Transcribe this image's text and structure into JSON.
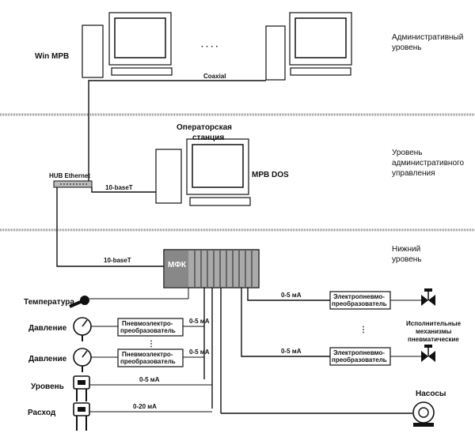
{
  "levels": {
    "admin": [
      "Административный",
      "уровень"
    ],
    "admin_control": [
      "Уровень",
      "административного",
      "управления"
    ],
    "lower": [
      "Нижний",
      "уровень"
    ]
  },
  "labels": {
    "win_mpb": "Win MPB",
    "coaxial": "Coaxial",
    "dots": "· · · ·",
    "operator_station": [
      "Операторская",
      "станция"
    ],
    "mpb_dos": "MPB DOS",
    "hub": "HUB Ethernet",
    "tenbase_1": "10-baseT",
    "tenbase_2": "10-baseT",
    "mfk": "МФК"
  },
  "sensors": {
    "temperature": "Температура",
    "pressure_1": "Давление",
    "pressure_2": "Давление",
    "level": "Уровень",
    "flow": "Расход"
  },
  "converters": {
    "pe_1": [
      "Пневмоэлектро-",
      "преобразователь"
    ],
    "pe_2": [
      "Пневмоэлектро-",
      "преобразователь"
    ],
    "ep_1": [
      "Электропневмо-",
      "преобразователь"
    ],
    "ep_2": [
      "Электропневмо-",
      "преобразователь"
    ]
  },
  "signals": {
    "s1": "0-5 мА",
    "s2": "0-5 мА",
    "s3": "0-5 мА",
    "s4": "0-20 мА",
    "s5": "0-5 мА",
    "s6": "0-5 мА"
  },
  "actuators": [
    "Исполнительные",
    "механизмы",
    "пневматические"
  ],
  "pumps": "Насосы"
}
